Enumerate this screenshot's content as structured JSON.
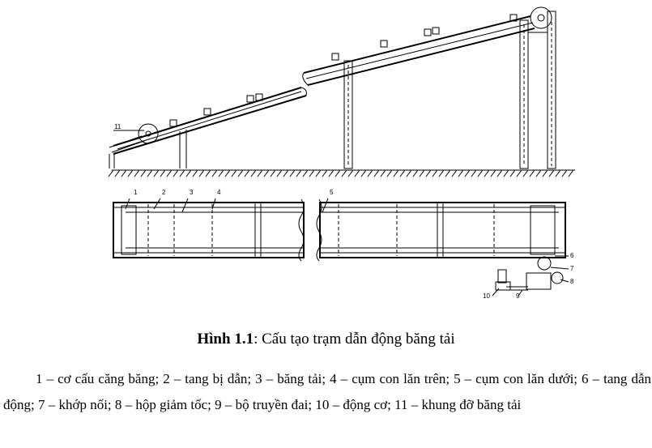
{
  "figure": {
    "part_numbers": [
      "1",
      "2",
      "3",
      "4",
      "5",
      "6",
      "7",
      "8",
      "9",
      "10",
      "11"
    ]
  },
  "caption": {
    "label": "Hình 1.1",
    "text": ": Cấu tạo trạm dẫn động băng tải"
  },
  "legend": {
    "text": "1 – cơ cấu căng băng; 2 – tang bị dẫn; 3 – băng tải; 4 – cụm con lăn trên; 5 – cụm con lăn dưới; 6 – tang dẫn động; 7 – khớp nối; 8 – hộp giảm tốc; 9 – bộ truyền đai; 10 – động cơ; 11 – khung đỡ băng tải"
  }
}
